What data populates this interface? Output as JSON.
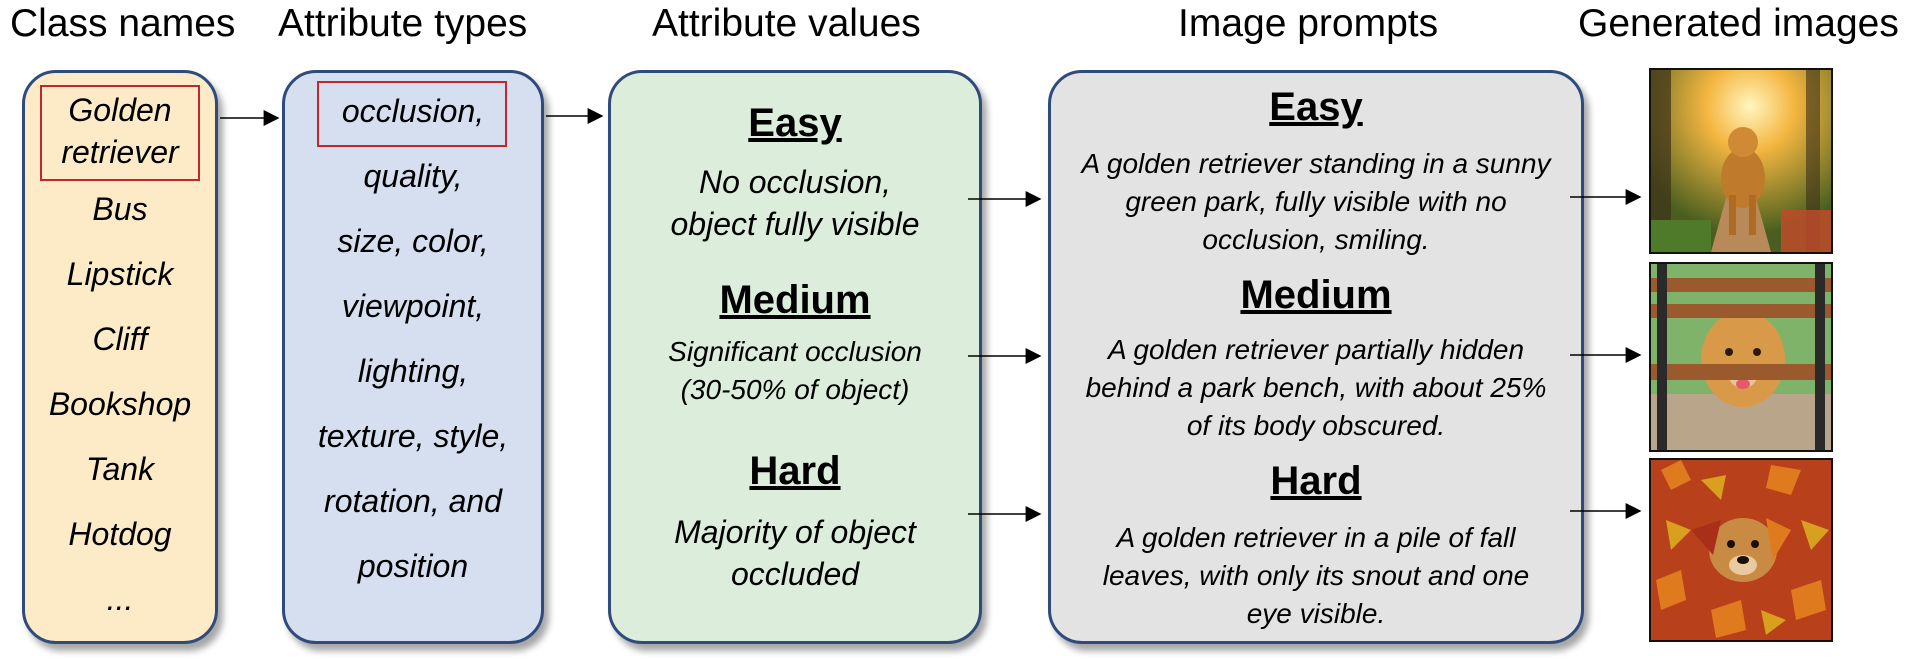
{
  "titles": {
    "class_names": "Class names",
    "attribute_types": "Attribute types",
    "attribute_values": "Attribute values",
    "image_prompts": "Image prompts",
    "generated_images": "Generated images"
  },
  "class_names": {
    "selected_line1": "Golden",
    "selected_line2": "retriever",
    "items": [
      "Bus",
      "Lipstick",
      "Cliff",
      "Bookshop",
      "Tank",
      "Hotdog",
      "..."
    ]
  },
  "attribute_types": {
    "selected": "occlusion,",
    "items": [
      "quality,",
      "size, color,",
      "viewpoint,",
      "lighting,",
      "texture, style,",
      "rotation, and",
      "position"
    ]
  },
  "attribute_values": {
    "easy": {
      "level": "Easy",
      "line1": "No occlusion,",
      "line2": "object fully visible"
    },
    "medium": {
      "level": "Medium",
      "line1": "Significant occlusion",
      "line2": "(30-50% of object)"
    },
    "hard": {
      "level": "Hard",
      "line1": "Majority of object",
      "line2": "occluded"
    }
  },
  "image_prompts": {
    "easy": {
      "level": "Easy",
      "line1": "A golden retriever standing in a sunny",
      "line2": "green park, fully visible with no",
      "line3": "occlusion, smiling."
    },
    "medium": {
      "level": "Medium",
      "line1": "A golden retriever partially hidden",
      "line2": "behind a park bench, with about 25%",
      "line3": "of its body obscured."
    },
    "hard": {
      "level": "Hard",
      "line1": "A golden retriever in a pile of fall",
      "line2": "leaves, with only its snout and one",
      "line3": "eye visible."
    }
  },
  "colors": {
    "class_box": "#fdebc8",
    "attr_box": "#d5dff0",
    "value_box": "#dceedb",
    "prompt_box": "#e3e3e3",
    "border": "#2f4b7c",
    "highlight": "#c0292b"
  }
}
